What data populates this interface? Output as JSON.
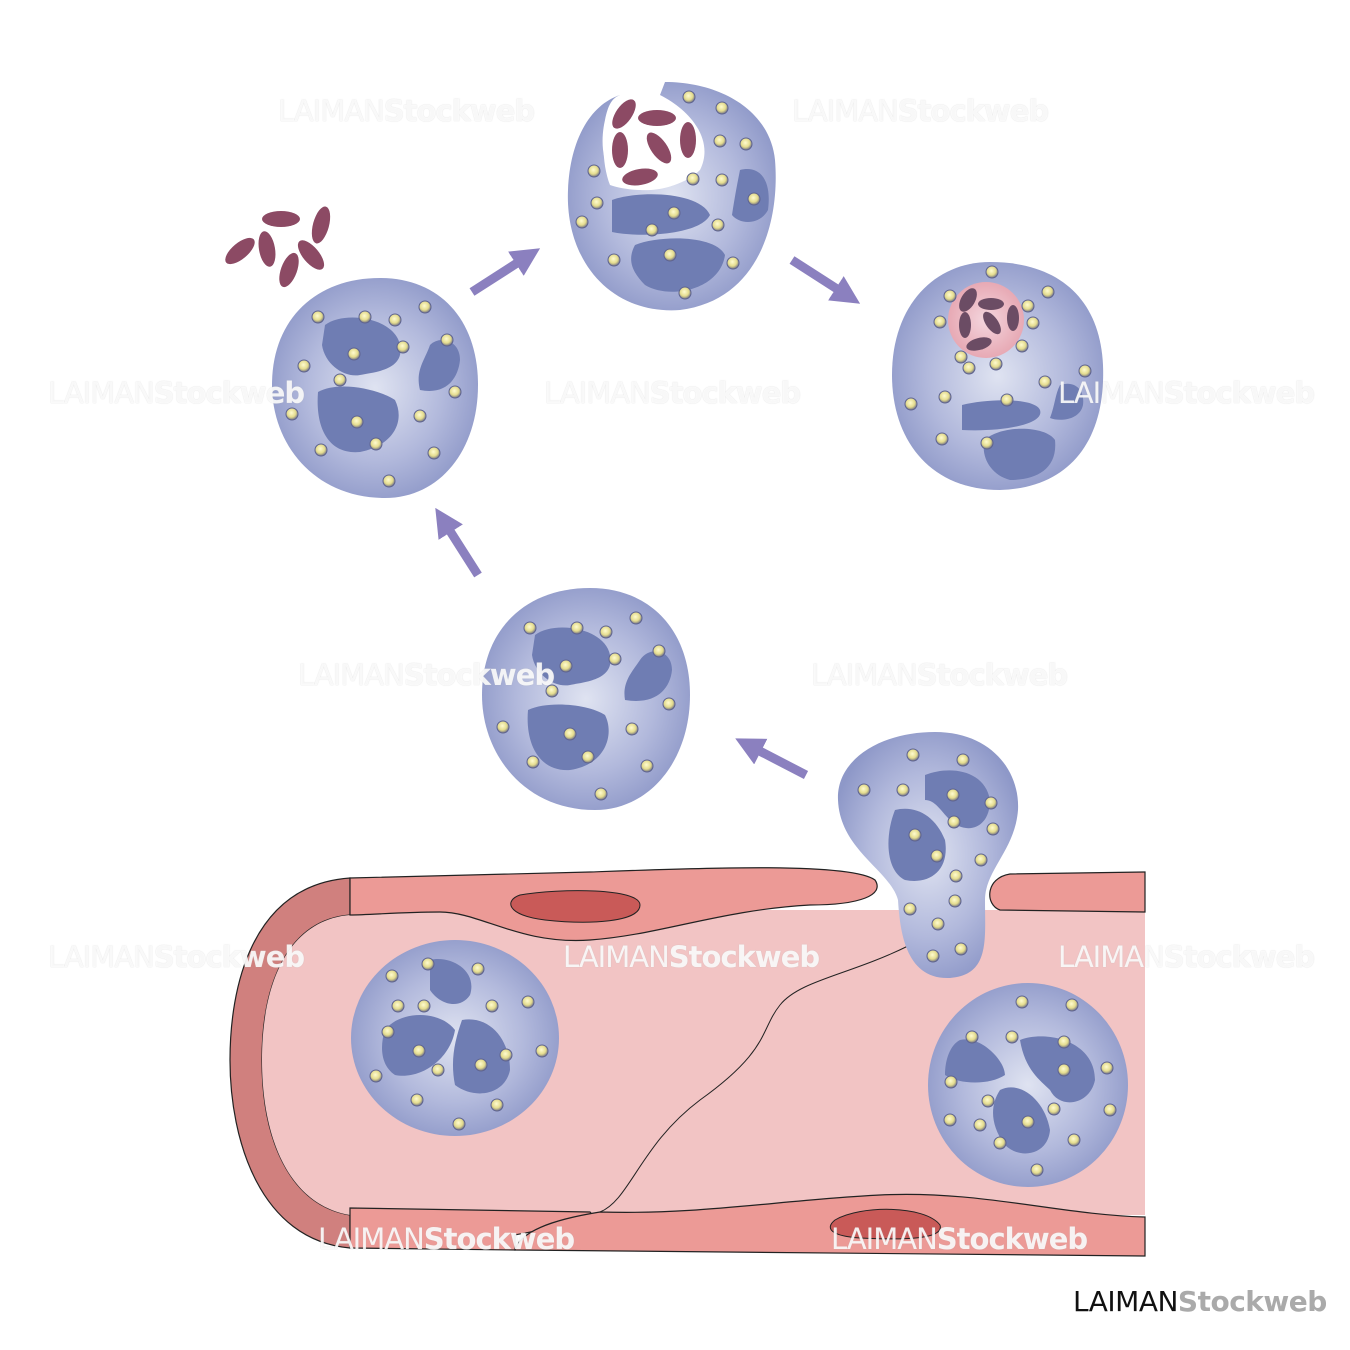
{
  "watermark": {
    "part1": "LAIMAN",
    "part2": "Stockweb"
  },
  "logo": {
    "part1": "LAIMAN",
    "part2": "Stockweb"
  },
  "colors": {
    "cell": "#9aa3cf",
    "nucleus": "#6f7db3",
    "granule": "#e8e29a",
    "bacteria": "#8c4a64",
    "arrow": "#8b80bf",
    "vessel_wall": "#ec9a96",
    "vessel_lumen": "#f2c4c4",
    "vessel_cap": "#d0807e"
  }
}
